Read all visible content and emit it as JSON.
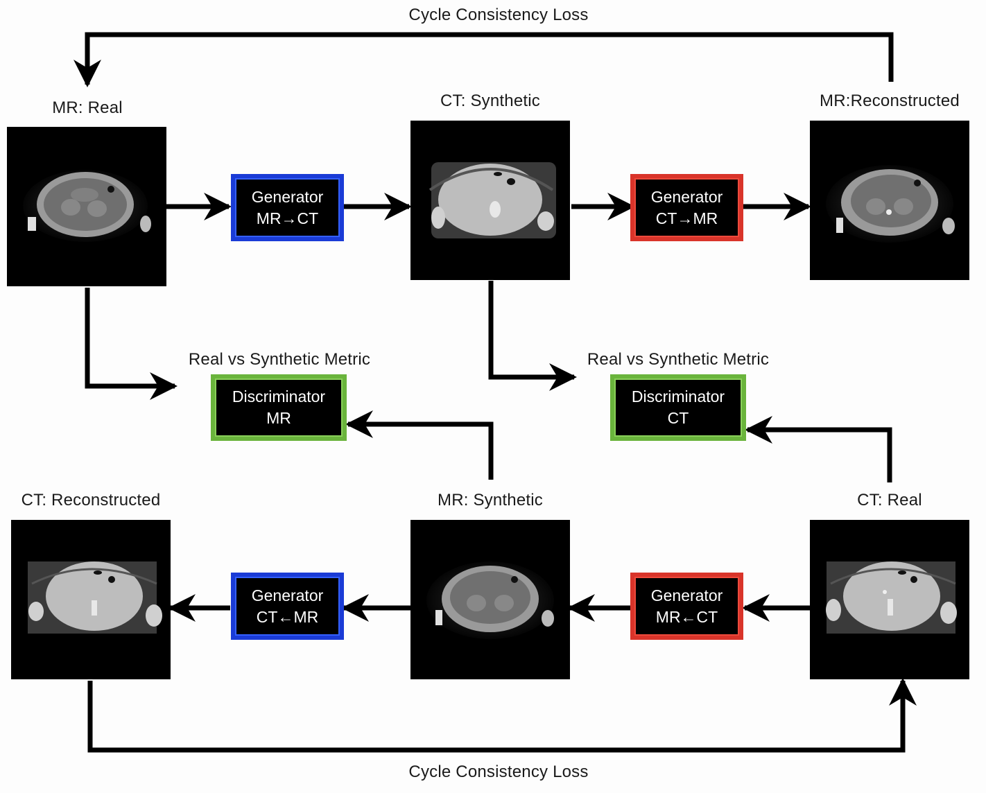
{
  "colors": {
    "generator_mr_to_ct": "#1a3bd6",
    "generator_ct_to_mr": "#d9342a",
    "discriminator": "#6ab43c",
    "node_fill": "#000000",
    "arrow": "#000000"
  },
  "loops": {
    "top_label": "Cycle Consistency Loss",
    "bottom_label": "Cycle Consistency Loss"
  },
  "images": {
    "mr_real": {
      "label": "MR: Real",
      "modality": "MR"
    },
    "ct_synthetic": {
      "label": "CT: Synthetic",
      "modality": "CT"
    },
    "mr_reconstructed": {
      "label": "MR:Reconstructed",
      "modality": "MR"
    },
    "ct_reconstructed": {
      "label": "CT: Reconstructed",
      "modality": "CT"
    },
    "mr_synthetic": {
      "label": "MR: Synthetic",
      "modality": "MR"
    },
    "ct_real": {
      "label": "CT: Real",
      "modality": "CT"
    }
  },
  "generators": {
    "top_left": {
      "line1": "Generator",
      "line2": "MR→CT"
    },
    "top_right": {
      "line1": "Generator",
      "line2": "CT→MR"
    },
    "bottom_left": {
      "line1": "Generator",
      "line2": "CT←MR"
    },
    "bottom_right": {
      "line1": "Generator",
      "line2": "MR←CT"
    }
  },
  "discriminators": {
    "mr": {
      "caption": "Real vs Synthetic Metric",
      "line1": "Discriminator",
      "line2": "MR"
    },
    "ct": {
      "caption": "Real vs Synthetic Metric",
      "line1": "Discriminator",
      "line2": "CT"
    }
  }
}
